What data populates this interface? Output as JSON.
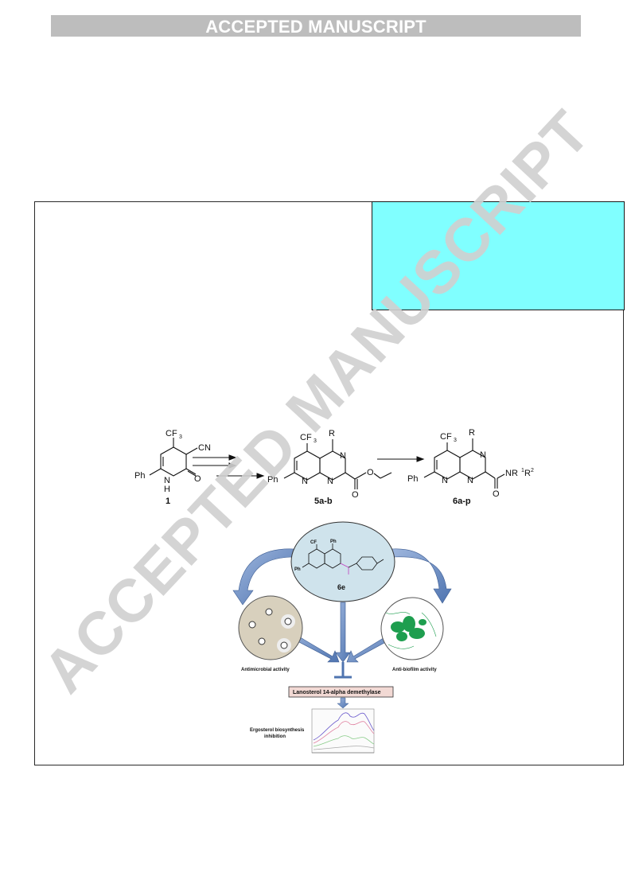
{
  "banner": {
    "text": "ACCEPTED MANUSCRIPT"
  },
  "watermark": {
    "text": "ACCEPTED MANUSCRIPT"
  },
  "scheme": {
    "cf3_main": "CF",
    "cf3_sub": "3",
    "cn": "CN",
    "r": "R",
    "ph": "Ph",
    "nh": "N",
    "h": "H",
    "o": "O",
    "n": "N",
    "nr_label": "NR",
    "r1": "1",
    "r2_main": "R",
    "r2": "2",
    "compound_1": "1",
    "compound_5": "5a-b",
    "compound_6": "6a-p"
  },
  "graphic": {
    "center_compound": "6e",
    "antimicrobial": "Antimicrobial activity",
    "antibiofilm": "Anti-biofilm activity",
    "enzyme": "Lanosterol 14-alpha demethylase",
    "ergosterol_line1": "Ergosterol biosynthesis",
    "ergosterol_line2": "inhibition"
  },
  "colors": {
    "banner_bg": "#bdbdbd",
    "cyan_box": "#80ffff",
    "petri_dish": "#d8d0bd",
    "ellipse_fill": "#cfe3ec",
    "enzyme_box": "#f2d9d4",
    "arrow_fill": "#6d8fc4",
    "biofilm_green": "#1e9e4f"
  }
}
